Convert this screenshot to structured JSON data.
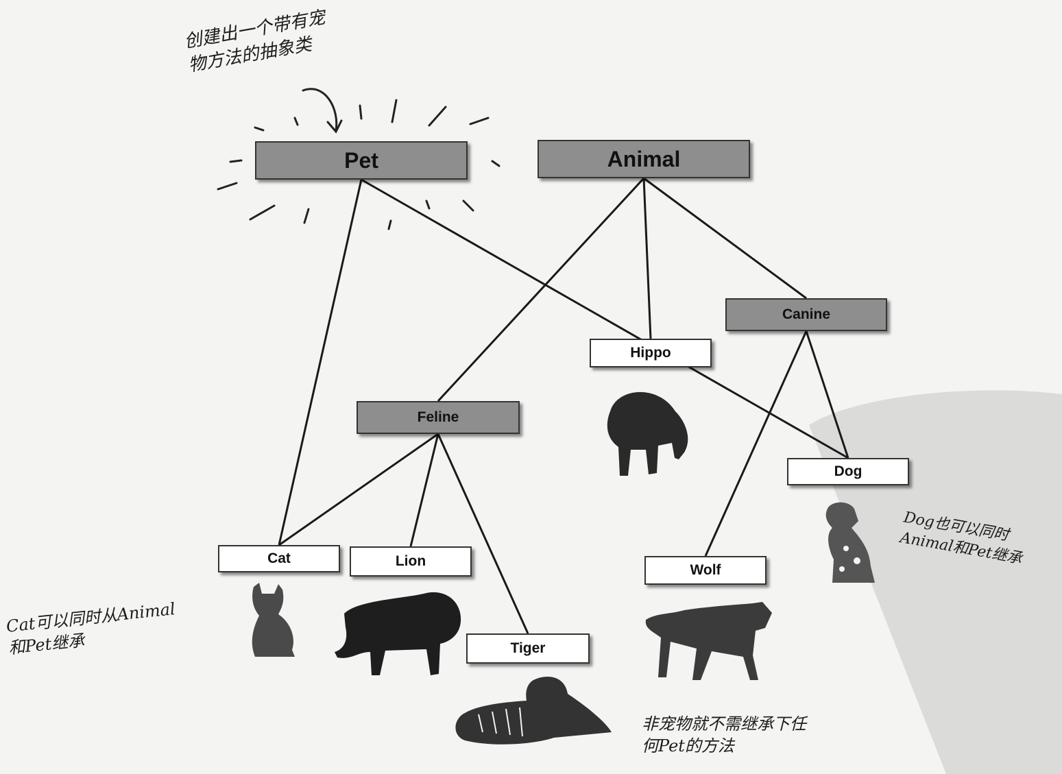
{
  "diagram": {
    "nodes": [
      {
        "id": "pet",
        "label": "Pet",
        "kind": "abstract"
      },
      {
        "id": "animal",
        "label": "Animal",
        "kind": "abstract"
      },
      {
        "id": "canine",
        "label": "Canine",
        "kind": "abstract"
      },
      {
        "id": "hippo",
        "label": "Hippo",
        "kind": "concrete"
      },
      {
        "id": "feline",
        "label": "Feline",
        "kind": "abstract"
      },
      {
        "id": "dog",
        "label": "Dog",
        "kind": "concrete"
      },
      {
        "id": "cat",
        "label": "Cat",
        "kind": "concrete"
      },
      {
        "id": "lion",
        "label": "Lion",
        "kind": "concrete"
      },
      {
        "id": "tiger",
        "label": "Tiger",
        "kind": "concrete"
      },
      {
        "id": "wolf",
        "label": "Wolf",
        "kind": "concrete"
      }
    ],
    "edges": [
      {
        "from": "pet",
        "to": "cat"
      },
      {
        "from": "pet",
        "to": "dog"
      },
      {
        "from": "animal",
        "to": "feline"
      },
      {
        "from": "animal",
        "to": "hippo"
      },
      {
        "from": "animal",
        "to": "canine"
      },
      {
        "from": "feline",
        "to": "cat"
      },
      {
        "from": "feline",
        "to": "lion"
      },
      {
        "from": "feline",
        "to": "tiger"
      },
      {
        "from": "canine",
        "to": "wolf"
      },
      {
        "from": "canine",
        "to": "dog"
      }
    ]
  },
  "annotations": {
    "pet_note": "创建出一个带有宠\n物方法的抽象类",
    "cat_note": "Cat可以同时从Animal\n和Pet继承",
    "dog_note": "Dog也可以同时\nAnimal和Pet继承",
    "tiger_note": "非宠物就不需继承下任\n何Pet的方法"
  },
  "images": [
    "hippo",
    "cat",
    "lion",
    "tiger",
    "wolf",
    "dog"
  ],
  "colors": {
    "abstract_fill": "#8e8e8e",
    "concrete_fill": "#ffffff",
    "line": "#1a1a1a",
    "background": "#f4f4f2"
  }
}
